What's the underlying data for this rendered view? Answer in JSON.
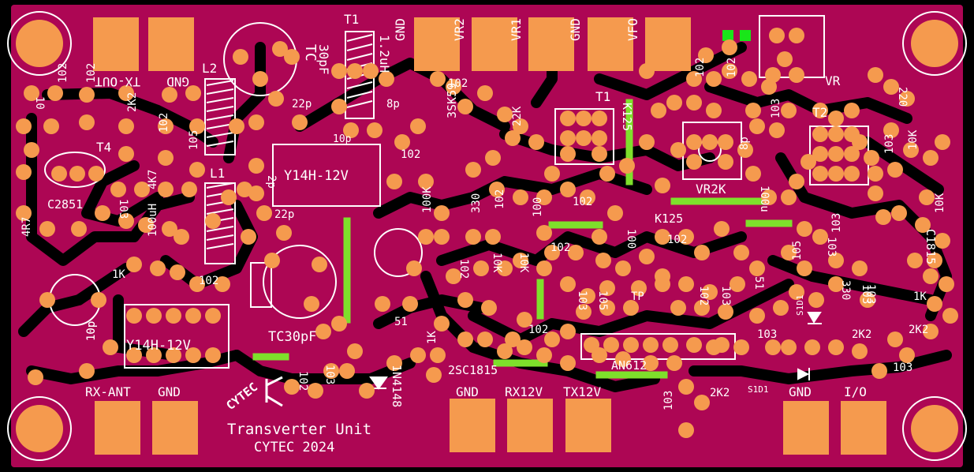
{
  "board": {
    "title": "Transverter Unit",
    "credit": "CYTEC  2024",
    "logo": "CYTEC",
    "colors": {
      "substrate": "#000000",
      "copper_pour": "#ad0654",
      "pads": "#f59a4e",
      "silkscreen": "#ffffff",
      "jumpers": "#7ee02b",
      "led_pads": "#19e619"
    }
  },
  "connectors": {
    "top_left": [
      "TX-OUT",
      "GND"
    ],
    "top_center": [
      "GND",
      "VR2",
      "VR1",
      "GND",
      "VFO"
    ],
    "bottom_left": [
      "RX-ANT",
      "GND"
    ],
    "bottom_center": [
      "GND",
      "RX12V",
      "TX12V"
    ],
    "bottom_right": [
      "GND",
      "I/O"
    ]
  },
  "labels": {
    "tc_top": "TC",
    "tc_top_value": "30pF",
    "t1_top": "T1",
    "t1_top_value": "1.2uH",
    "l2": "L2",
    "l1": "L1",
    "t1_mid": "T1",
    "t2": "T2",
    "t4": "T4",
    "vr": "VR",
    "vr2k": "VR2K",
    "c2851": "C2851",
    "c1815": "C1815",
    "k125_a": "K125",
    "k125_b": "K125",
    "sk59": "3SK59",
    "xtal_a": "Y14H-12V",
    "xtal_b": "Y14H-12V",
    "tc30pf": "TC30pF",
    "sc1815": "2SC1815",
    "an612": "AN612",
    "diode": "1N4148",
    "tp": "TP",
    "s1d1_a": "S1D1",
    "s1d1_b": "S1D1",
    "r_10": "10",
    "c_102_a": "102",
    "c_102_b": "102",
    "r_2k2_a": "2K2",
    "c_102_c": "102",
    "c_105_a": "105",
    "r_4r7": "4R7",
    "c_103_a": "103",
    "r_4k7": "4K7",
    "l_100uh_a": "100uH",
    "r_1k_a": "1K",
    "c_102_d": "102",
    "c_22p_a": "22p",
    "c_10p_a": "10p",
    "c_2p": "2p",
    "c_22p_b": "22p",
    "c_10p_b": "10p",
    "c_8p_a": "8p",
    "c_102_e": "102",
    "c_102_f": "102",
    "r_100k": "100K",
    "r_22k": "22K",
    "r_330_a": "330",
    "c_102_g": "102",
    "r_100_a": "100",
    "c_102_h": "102",
    "c_102_i": "102",
    "c_102_j": "102",
    "c_8p_b": "8p",
    "c_103_b": "103",
    "l_100uh_b": "100u",
    "r_220": "220",
    "c_103_c": "103",
    "r_10k_a": "10K",
    "r_10k_b": "10K",
    "r_10k_c": "10K",
    "r_10k_d": "10K",
    "c_102_k": "102",
    "r_100_b": "100",
    "c_102_l": "102",
    "r_51_a": "51",
    "r_51_b": "51",
    "c_103_d": "103",
    "c_105_b": "105",
    "c_103_e": "103",
    "c_102_m": "102",
    "c_103_f": "103",
    "c_105_c": "105",
    "c_103_g": "103",
    "c_102_n": "102",
    "c_103_h": "103",
    "r_330_b": "330",
    "r_1k_b": "1K",
    "r_2k2_b": "2K2",
    "r_2k2_c": "2K2",
    "r_2k2_d": "2K2",
    "c_103_i": "103",
    "c_103_j": "103",
    "c_103_k": "103",
    "c_102_o": "102",
    "c_103_l": "103",
    "r_1k_c": "1K",
    "c_102_p": "102",
    "c_103_m": "103",
    "c_10p_c": "10p"
  }
}
